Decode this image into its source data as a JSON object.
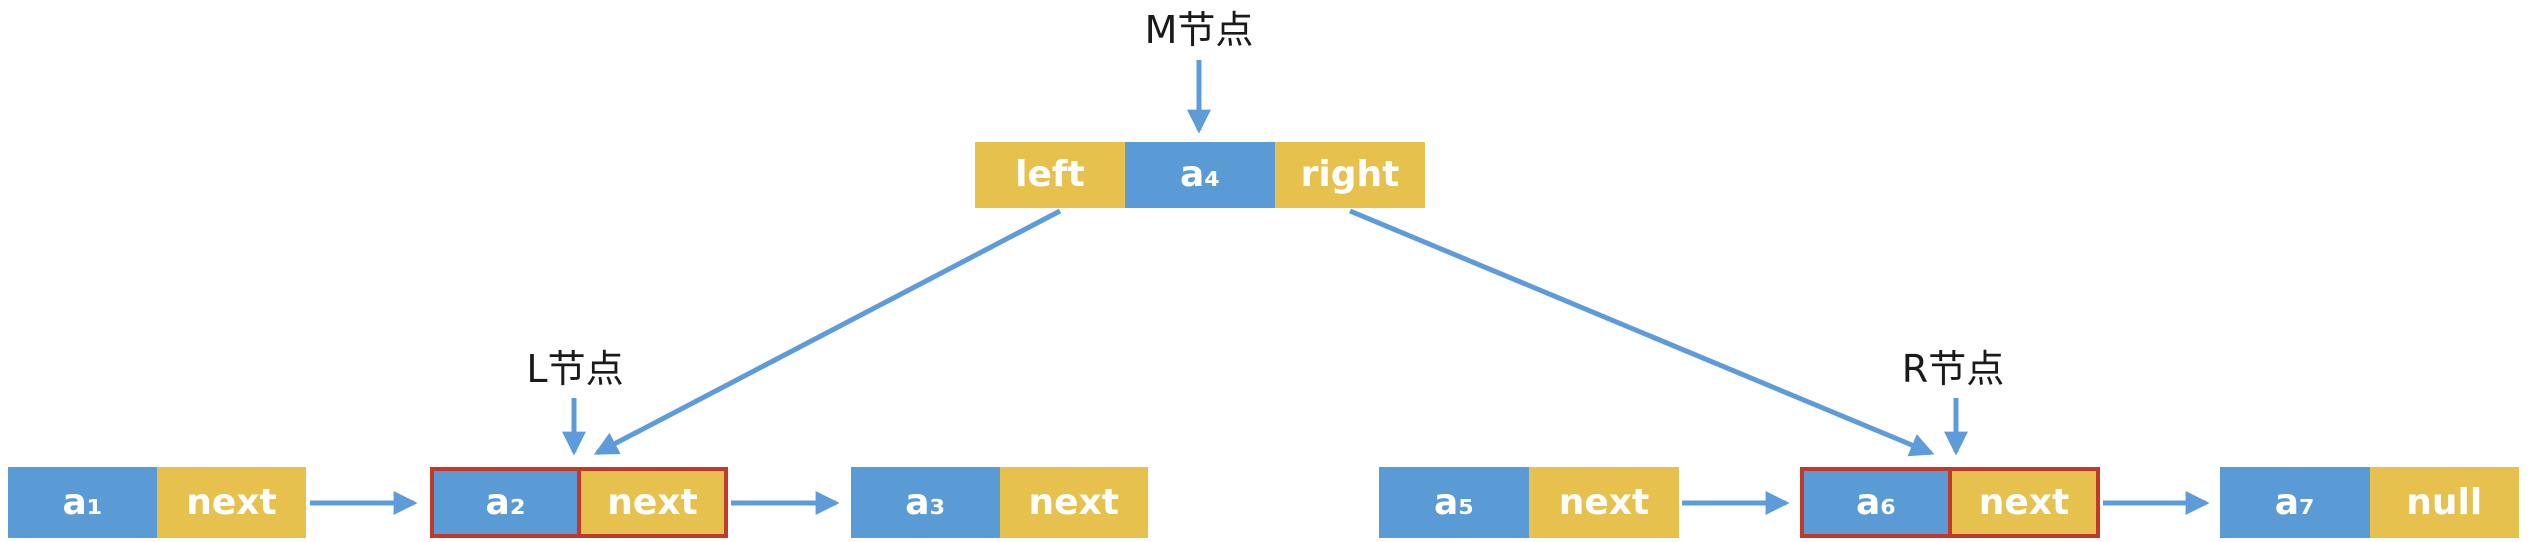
{
  "colors": {
    "blue": "#5A9AD5",
    "yellow": "#E6C14D",
    "red": "#BF3A28",
    "arrow": "#5E9CD9",
    "label_text": "#1a1a1a",
    "cell_text": "#ffffff"
  },
  "annotations": {
    "m_label": "M节点",
    "l_label": "L节点",
    "r_label": "R节点"
  },
  "m_node": {
    "cells": [
      {
        "text": "left",
        "type": "yellow"
      },
      {
        "text": "a₄",
        "type": "blue"
      },
      {
        "text": "right",
        "type": "yellow"
      }
    ]
  },
  "lists": {
    "left": [
      {
        "value": "a₁",
        "pointer": "next",
        "highlighted": false
      },
      {
        "value": "a₂",
        "pointer": "next",
        "highlighted": true
      },
      {
        "value": "a₃",
        "pointer": "next",
        "highlighted": false
      }
    ],
    "right": [
      {
        "value": "a₅",
        "pointer": "next",
        "highlighted": false
      },
      {
        "value": "a₆",
        "pointer": "next",
        "highlighted": true
      },
      {
        "value": "a₇",
        "pointer": "null",
        "highlighted": false
      }
    ]
  }
}
